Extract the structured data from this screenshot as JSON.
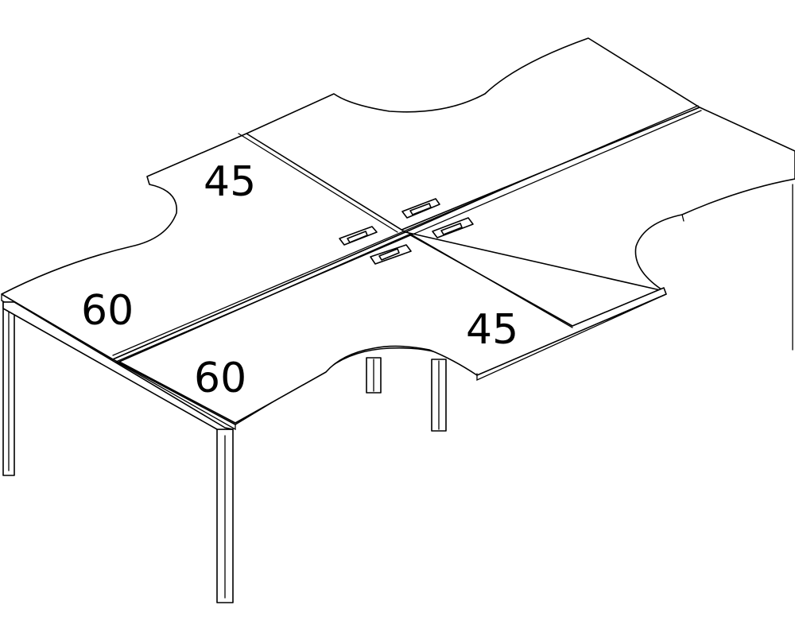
{
  "labels": {
    "top_left": "45",
    "left": "60",
    "front": "60",
    "right": "45"
  }
}
